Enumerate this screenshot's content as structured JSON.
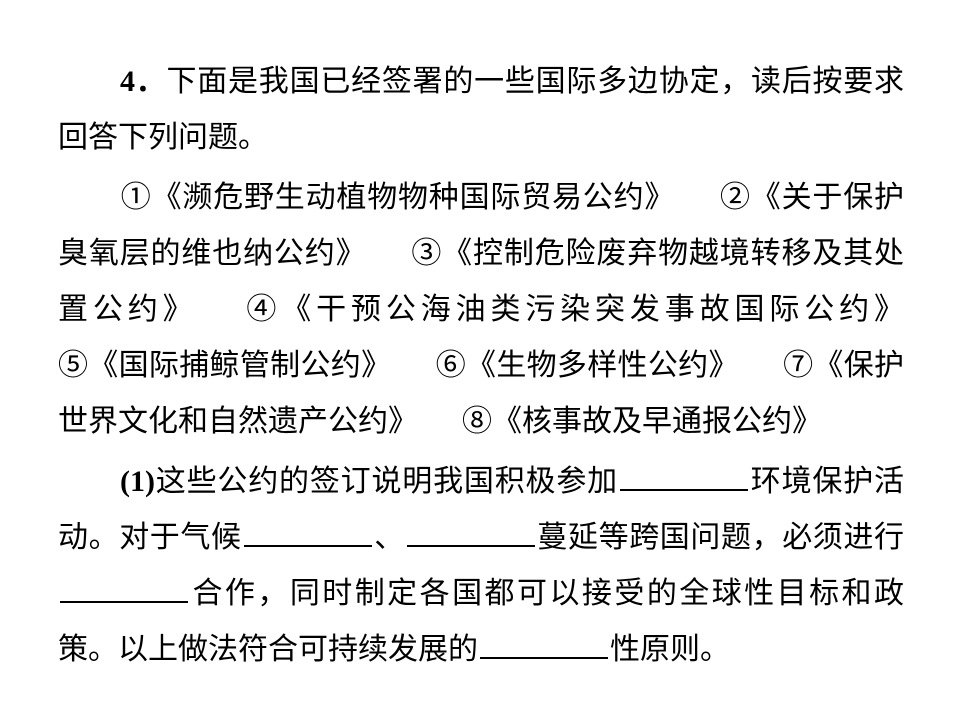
{
  "question": {
    "number": "4．",
    "stem": "下面是我国已经签署的一些国际多边协定，读后按要求回答下列问题。"
  },
  "conventions": [
    "①《濒危野生动植物物种国际贸易公约》",
    "②《关于保护臭氧层的维也纳公约》",
    "③《控制危险废弃物越境转移及其处置公约》",
    "④《干预公海油类污染突发事故国际公约》",
    "⑤《国际捕鲸管制公约》",
    "⑥《生物多样性公约》",
    "⑦《保护世界文化和自然遗产公约》",
    "⑧《核事故及早通报公约》"
  ],
  "sub1": {
    "label": "(1)",
    "part1": "这些公约的签订说明我国积极参加",
    "part2": "环境保护活动。对于气候",
    "part3": "、",
    "part4": "蔓延等跨国问题，必须进行",
    "part5": "合作，同时制定各国都可以接受的全球性目标和政策。以上做法符合可持续发展的",
    "part6": "性原则。"
  }
}
